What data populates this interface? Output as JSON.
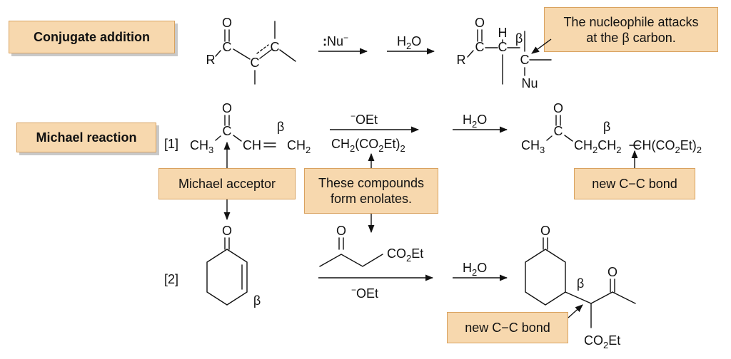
{
  "headings": {
    "conjugate_addition": "Conjugate addition",
    "michael_reaction": "Michael reaction"
  },
  "callouts": {
    "nucleophile": [
      "The nucleophile attacks",
      "at the β carbon."
    ],
    "michael_acceptor": "Michael acceptor",
    "enolates": [
      "These compounds",
      "form enolates."
    ],
    "new_bond_1": "new C−C bond",
    "new_bond_2": "new C−C bond"
  },
  "reagents": {
    "nucleophile": "Nu",
    "water": "H",
    "ethoxide": "OEt",
    "malonate": [
      "CH",
      "(CO",
      "Et)"
    ],
    "ketoester_group": [
      "CO",
      "Et"
    ]
  },
  "labels": {
    "reaction_1": "[1]",
    "reaction_2": "[2]",
    "beta": "β",
    "o": "O",
    "c": "C",
    "r": "R",
    "h": "H",
    "nu": "Nu",
    "ch3": "CH",
    "ch_eq_ch2": [
      "CH",
      "CH"
    ],
    "product_1": [
      "CH",
      "CH",
      "CH(CO",
      "Et)"
    ],
    "ester": [
      "CO",
      "Et"
    ]
  }
}
